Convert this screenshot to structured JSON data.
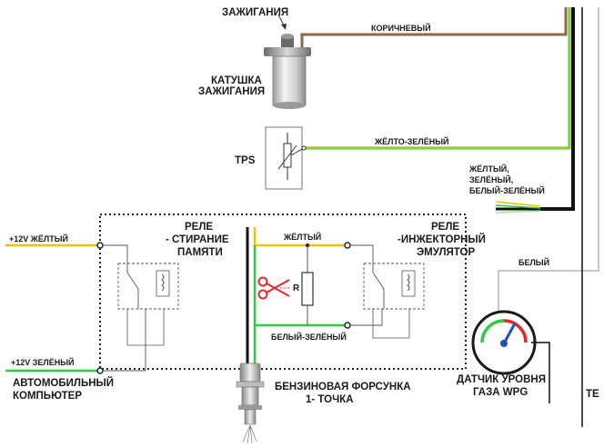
{
  "coil": {
    "top_label": "ЗАЖИГАНИЯ",
    "label_line1": "КАТУШКА",
    "label_line2": "ЗАЖИГАНИЯ"
  },
  "tps": {
    "label": "TPS"
  },
  "wires": {
    "brown": "КОРИЧНЕВЫЙ",
    "yellow_green": "ЖЁЛТО-ЗЕЛЁНЫЙ",
    "bundle_line1": "ЖЁЛТЫЙ,",
    "bundle_line2": "ЗЕЛЁНЫЙ,",
    "bundle_line3": "БЕЛЫЙ-ЗЕЛЁНЫЙ",
    "white": "БЕЛЫЙ",
    "yellow_left": "+12V  ЖЁЛТЫЙ",
    "green_left": "+12V  ЗЕЛЁНЫЙ",
    "yellow_mid": "ЖЁЛТЫЙ",
    "white_green_mid": "БЕЛЫЙ-ЗЕЛЁНЫЙ"
  },
  "relay_memory": {
    "line1": "РЕЛЕ",
    "line2": "- СТИРАНИЕ",
    "line3": "ПАМЯТИ"
  },
  "relay_injector": {
    "line1": "РЕЛЕ",
    "line2": "-ИНЖЕКТОРНЫЙ",
    "line3": "ЭМУЛЯТОР"
  },
  "resistor": {
    "label": "R"
  },
  "computer": {
    "line1": "АВТОМОБИЛЬНЫЙ",
    "line2": "КОМПЬЮТЕР"
  },
  "injector": {
    "line1": "БЕНЗИНОВАЯ  ФОРСУНКА",
    "line2": "1- ТОЧКА"
  },
  "gas_sensor": {
    "line1": "ДАТЧИК УРОВНЯ",
    "line2": "ГАЗА WPG"
  },
  "edge_label": "ТЕ",
  "colors": {
    "brown": "#8b6a44",
    "yellow": "#f2c200",
    "green": "#2ecc40",
    "black": "#111111",
    "white_wire": "#c8c8c8",
    "scissors": "#e0282e"
  }
}
